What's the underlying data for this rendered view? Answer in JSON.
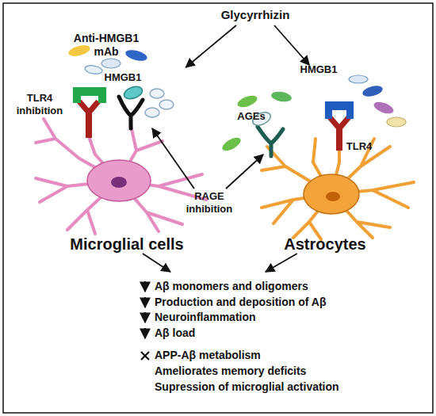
{
  "diagram": {
    "nodes": [
      {
        "text": [
          "Glycyrrhizin"
        ]
      },
      {
        "text": [
          "Microglial cells"
        ]
      },
      {
        "text": [
          "Astrocytes"
        ]
      },
      {
        "text": [
          "Aβ monomers and oligomers",
          "Production and deposition of Aβ",
          "Neuroinflammation",
          "Aβ load",
          "APP-Aβ metabolism",
          "Ameliorates memory deficits",
          "Supression of microglial activation"
        ]
      }
    ],
    "edges": [
      {
        "from": 0,
        "to": 1,
        "arrow": "to"
      },
      {
        "from": 0,
        "to": 2,
        "arrow": "to"
      },
      {
        "from": 1,
        "to": 3,
        "arrow": "to"
      },
      {
        "from": 2,
        "to": 3,
        "arrow": "to"
      }
    ],
    "labels": [
      "Anti-HMGB1 mAb",
      "HMGB1",
      "HMGB1",
      "TLR4 inhibition",
      "AGEs",
      "TLR4",
      "RAGE inhibition"
    ]
  }
}
